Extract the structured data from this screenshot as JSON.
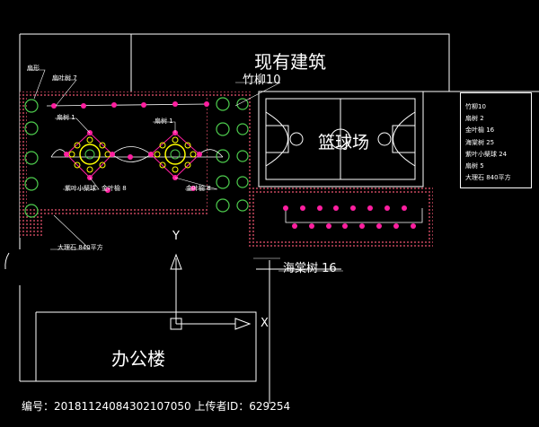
{
  "labels": {
    "existing_building": "现有建筑",
    "bamboo_willow": "竹柳10",
    "basketball_court": "篮球场",
    "crabapple_tree": "海棠树 16",
    "office_building": "办公楼",
    "axis_y": "Y",
    "axis_x": "X"
  },
  "plan_labels": {
    "l1": "扇形",
    "l2": "扇叶树 7",
    "l3": "扇树 1",
    "l4": "扇树 1",
    "l5": "紫叶小檗球",
    "l6": "金叶榆 8",
    "l7": "金叶榆 8",
    "l8": "大理石 840平方"
  },
  "legend": {
    "items": [
      "竹柳10",
      "扇树 2",
      "金叶榆 16",
      "海棠树 25",
      "紫叶小檗球 24",
      "扇树 5",
      "大理石 840平方"
    ]
  },
  "footer": "编号：20181124084302107050 上传者ID：629254",
  "colors": {
    "lines": "#ffffff",
    "hatch": "#ff5a78",
    "trees": "#ff1fa0",
    "shrub": "#4dcc4d",
    "ring": "#ffff00"
  }
}
